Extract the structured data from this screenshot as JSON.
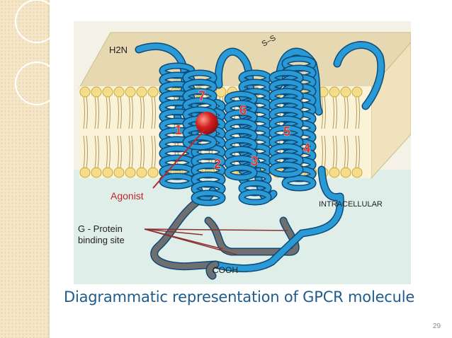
{
  "diagram": {
    "n_terminus": "H2N",
    "c_terminus": "COOH",
    "disulfide": "S–S",
    "helix_numbers": [
      "1",
      "2",
      "3",
      "4",
      "5",
      "6",
      "7"
    ],
    "agonist_label": "Agonist",
    "intracellular_label": "INTRACELLULAR",
    "g_protein_label_line1": "G - Protein",
    "g_protein_label_line2": "binding site"
  },
  "caption": "Diagrammatic representation of GPCR molecule",
  "page_number": "29",
  "colors": {
    "receptor": "#2a9ad6",
    "receptor_outline": "#0d4a78",
    "loop_gray": "#6f6f6f",
    "membrane_top": "#e6d8b0",
    "lipid_head": "#f4de8c",
    "extracellular_bg": "#f4f1e6",
    "intracellular_bg": "#dfeee8",
    "agonist": "#d42020",
    "pointer_line": "#c0262a",
    "caption": "#1f5b8c"
  }
}
